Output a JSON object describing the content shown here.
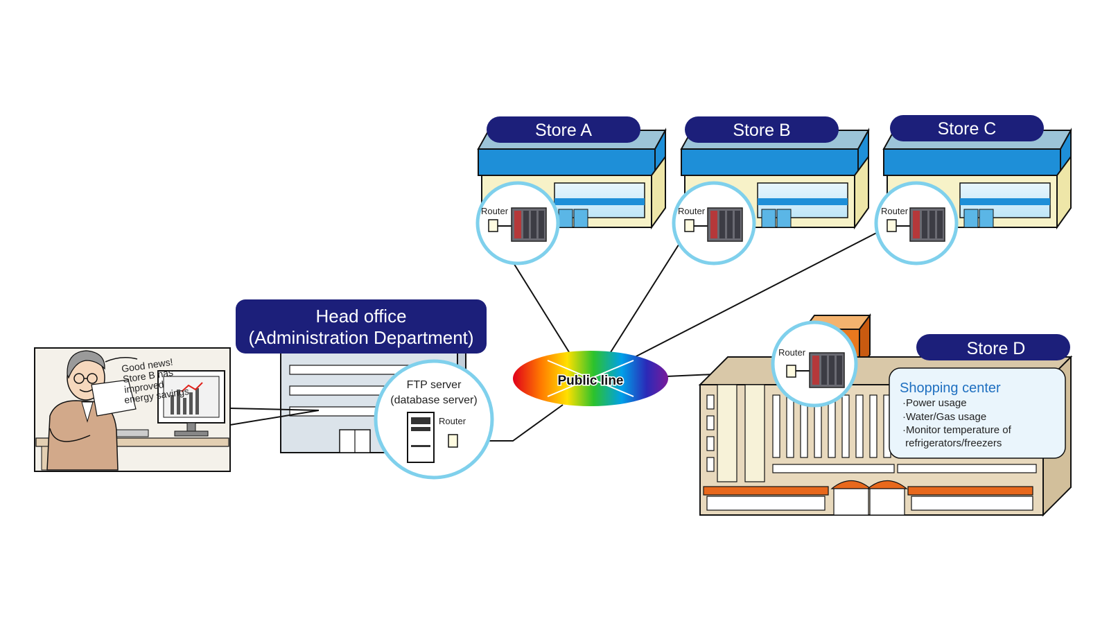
{
  "stores": {
    "a": {
      "name": "Store A",
      "router": "Router"
    },
    "b": {
      "name": "Store B",
      "router": "Router"
    },
    "c": {
      "name": "Store C",
      "router": "Router"
    },
    "d": {
      "name": "Store D",
      "router": "Router"
    }
  },
  "head_office": {
    "title_line1": "Head office",
    "title_line2": "(Administration Department)",
    "server_line1": "FTP server",
    "server_line2": "(database server)",
    "router": "Router"
  },
  "network": {
    "label": "Public line"
  },
  "speech": {
    "line1": "Good news!",
    "line2": "Store B has",
    "line3": "improved",
    "line4": "energy savings"
  },
  "shopping_center": {
    "title": "Shopping center",
    "items": [
      "·Power usage",
      "·Water/Gas usage",
      "·Monitor temperature of",
      " refrigerators/freezers"
    ]
  },
  "colors": {
    "navy_label": "#1c1f7a",
    "circle_stroke": "#7fd0ec",
    "store_roof": "#1e8fd8",
    "store_wall": "#f7f2c8",
    "mall_wall": "#e8d9bd",
    "awning": "#e8681c"
  }
}
